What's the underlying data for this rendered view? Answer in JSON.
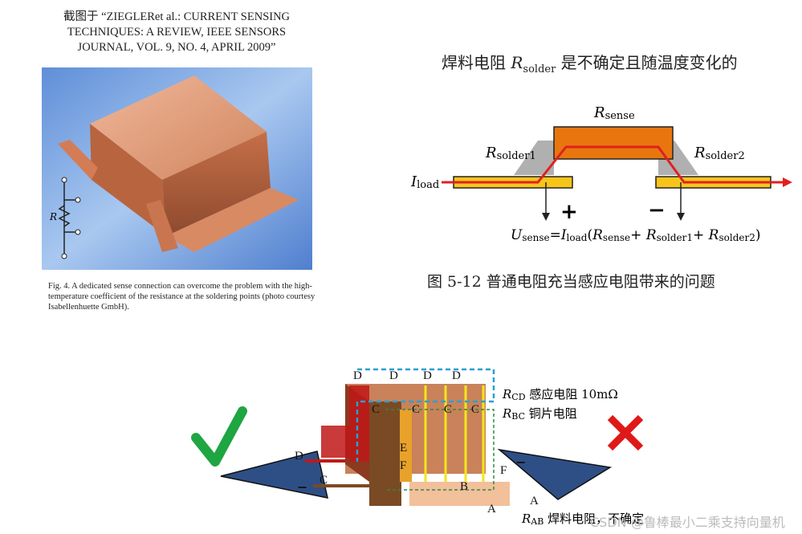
{
  "citation": {
    "line1": "截图于 “ZIEGLERet al.: CURRENT SENSING",
    "line2": "TECHNIQUES: A REVIEW, IEEE SENSORS",
    "line3": "JOURNAL, VOL. 9, NO. 4, APRIL 2009”"
  },
  "photo": {
    "resistor_label": "R"
  },
  "fig4_caption": {
    "line1": "Fig. 4.   A dedicated sense connection can overcome the problem with the high-",
    "line2": "temperature coefficient of the resistance at the soldering points (photo courtesy",
    "line3": "Isabellenhuette GmbH)."
  },
  "right_title": {
    "prefix": "焊料电阻 ",
    "R": "R",
    "sub": "solder",
    "suffix": " 是不确定且随温度变化的"
  },
  "diagram": {
    "rsense": {
      "R": "R",
      "sub": "sense"
    },
    "rsolder1": {
      "R": "R",
      "sub": "solder1"
    },
    "rsolder2": {
      "R": "R",
      "sub": "solder2"
    },
    "iload": {
      "I": "I",
      "sub": "load"
    },
    "plus": "+",
    "minus": "−",
    "formula": {
      "U": "U",
      "U_sub": "sense",
      "eq": "=",
      "I": "I",
      "I_sub": "load",
      "open": "(",
      "R1": "R",
      "R1_sub": "sense",
      "plus1": "+ ",
      "R2": "R",
      "R2_sub": "solder1",
      "plus2": "+ ",
      "R3": "R",
      "R3_sub": "solder2",
      "close": ")"
    },
    "colors": {
      "sense": "#e8760e",
      "strip": "#f7c51a",
      "path": "#e02020",
      "solder": "#b0b0b0"
    }
  },
  "fig_caption": "图 5-12  普通电阻充当感应电阻带来的问题",
  "bottom": {
    "check": "✓",
    "cross": "✕",
    "top_letters": [
      "D",
      "D",
      "D",
      "D"
    ],
    "mid_letters": [
      "C",
      "C",
      "C",
      "C"
    ],
    "E": "E",
    "F": "F",
    "B": "B",
    "A": "A",
    "left_D": "D",
    "left_C": "C",
    "right_F": "F",
    "right_A": "A",
    "rcd": {
      "R": "R",
      "sub": "CD",
      "text": " 感应电阻 10mΩ"
    },
    "rbc": {
      "R": "R",
      "sub": "BC",
      "text": " 铜片电阻"
    },
    "rab": {
      "R": "R",
      "sub": "AB",
      "text": " 焊料电阻，不确定"
    },
    "minus": "−"
  },
  "watermark": "CSDN @鲁棒最小二乘支持向量机"
}
